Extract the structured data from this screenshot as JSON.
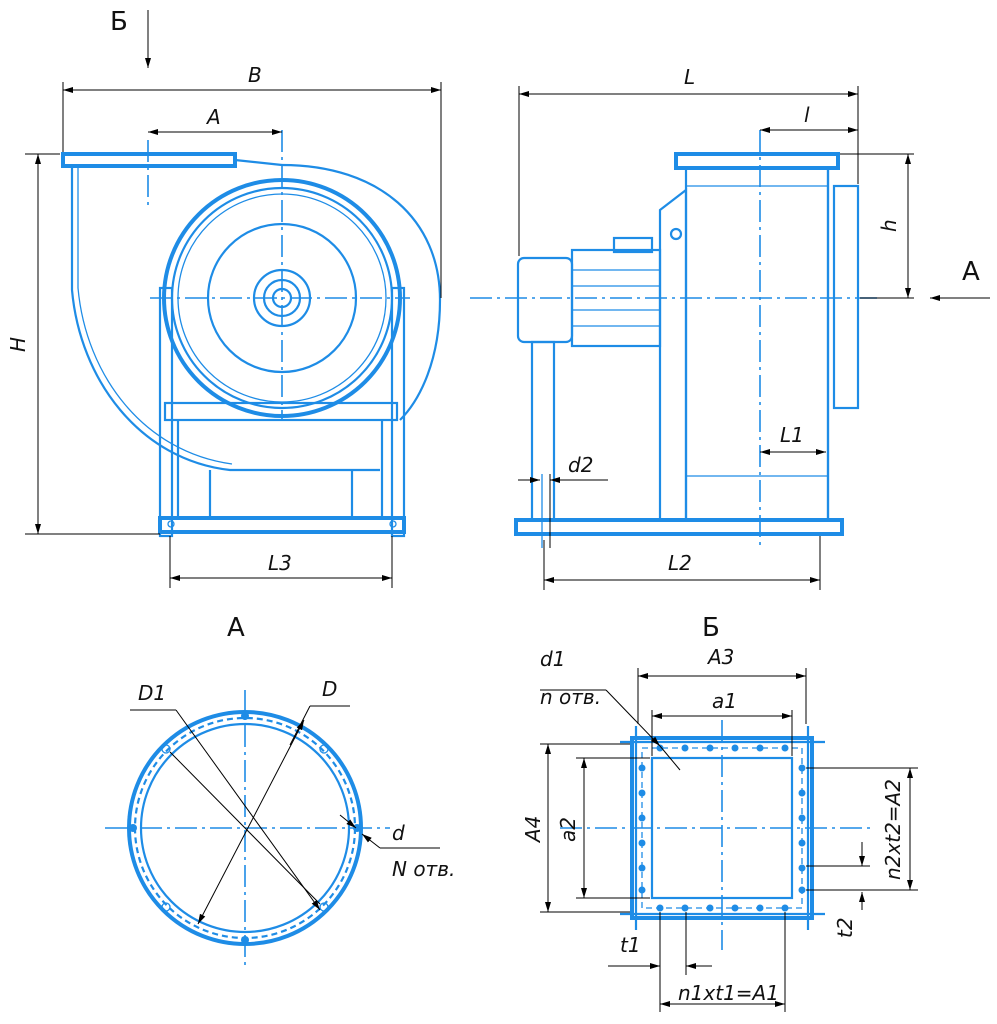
{
  "colors": {
    "drawing": "#1e8ce6",
    "dimension": "#000000",
    "background": "#ffffff"
  },
  "views": {
    "top_arrow": "Б",
    "side_arrow": "A",
    "view_a_title": "A",
    "view_b_title": "Б"
  },
  "dims": {
    "B": "B",
    "A": "A",
    "H": "H",
    "L3": "L3",
    "L": "L",
    "l": "l",
    "h": "h",
    "L1": "L1",
    "d2": "d2",
    "L2": "L2",
    "D1": "D1",
    "D": "D",
    "d": "d",
    "N_holes": "N отв.",
    "d1": "d1",
    "n_holes": "n отв.",
    "A3": "A3",
    "a1": "a1",
    "A4": "A4",
    "a2": "a2",
    "n2t2": "n2xt2=A2",
    "t2": "t2",
    "t1": "t1",
    "n1t1": "n1xt1=A1"
  }
}
